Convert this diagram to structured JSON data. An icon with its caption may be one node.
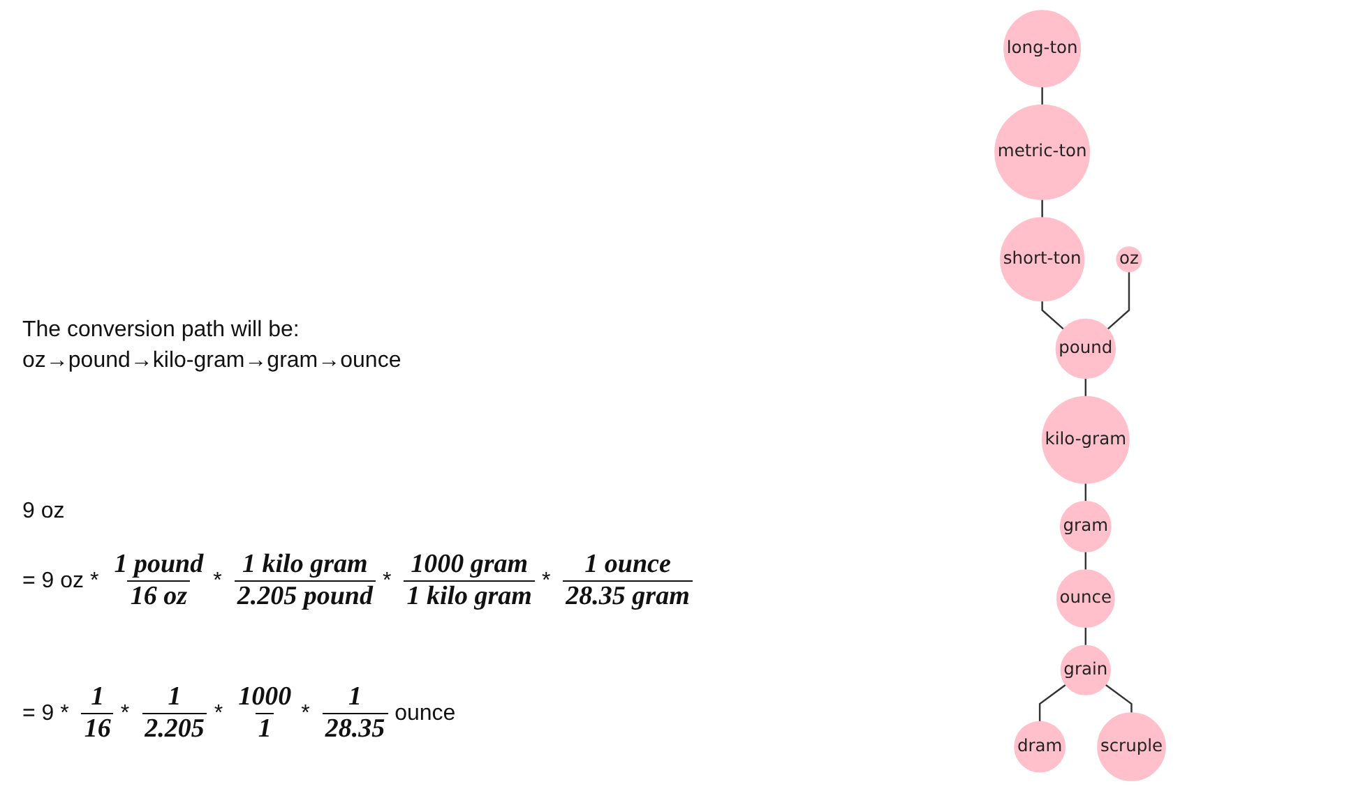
{
  "diagram": {
    "nodes": [
      {
        "text": [
          "long-ton"
        ]
      },
      {
        "text": [
          "metric-ton"
        ]
      },
      {
        "text": [
          "short-ton"
        ]
      },
      {
        "text": [
          "oz"
        ]
      },
      {
        "text": [
          "pound"
        ]
      },
      {
        "text": [
          "kilo-gram"
        ]
      },
      {
        "text": [
          "gram"
        ]
      },
      {
        "text": [
          "ounce"
        ]
      },
      {
        "text": [
          "grain"
        ]
      },
      {
        "text": [
          "dram"
        ]
      },
      {
        "text": [
          "scruple"
        ]
      }
    ],
    "edges": [
      {
        "from": 0,
        "to": 1,
        "arrow": "none"
      },
      {
        "from": 1,
        "to": 2,
        "arrow": "none"
      },
      {
        "from": 2,
        "to": 4,
        "arrow": "none"
      },
      {
        "from": 3,
        "to": 4,
        "arrow": "none"
      },
      {
        "from": 4,
        "to": 5,
        "arrow": "none"
      },
      {
        "from": 5,
        "to": 6,
        "arrow": "none"
      },
      {
        "from": 6,
        "to": 7,
        "arrow": "none"
      },
      {
        "from": 7,
        "to": 8,
        "arrow": "none"
      },
      {
        "from": 8,
        "to": 9,
        "arrow": "none"
      },
      {
        "from": 8,
        "to": 10,
        "arrow": "none"
      }
    ],
    "labels": [
      "The conversion path will be:",
      "oz→pound→kilo-gram→gram→ounce",
      "9 oz",
      "= 9 oz *",
      "1 pound",
      "16 oz",
      "*",
      "1 kilo gram",
      "2.205 pound",
      "*",
      "1000 gram",
      "1 kilo gram",
      "*",
      "1 ounce",
      "28.35 gram",
      "= 9 *",
      "1",
      "16",
      "*",
      "1",
      "2.205",
      "*",
      "1000",
      "1",
      "*",
      "1",
      "28.35",
      "ounce"
    ]
  }
}
